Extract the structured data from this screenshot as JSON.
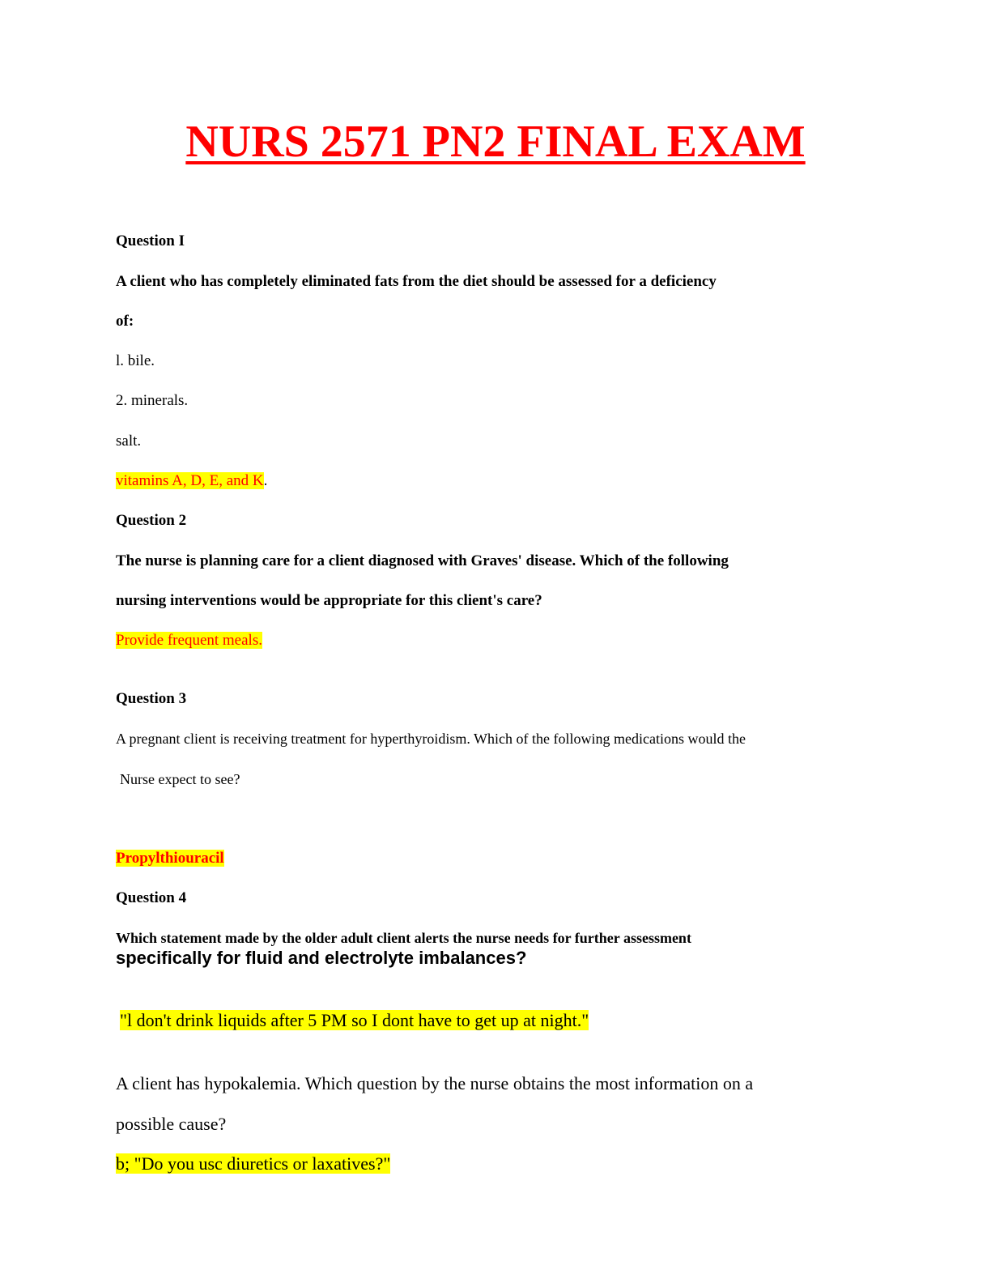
{
  "title": "NURS 2571 PN2 FINAL EXAM",
  "q1": {
    "label": "Question I",
    "text_line1": "A client who has completely eliminated fats from the diet should be assessed for a deficiency",
    "text_line2": "of:",
    "option1": "l. bile.",
    "option2": "2. minerals.",
    "option3": "salt.",
    "answer": "vitamins A, D, E, and K",
    "answer_suffix": "."
  },
  "q2": {
    "label": "Question 2",
    "text_line1": "The nurse is planning care for a client diagnosed with Graves' disease. Which of the following",
    "text_line2": "nursing interventions would be appropriate for this client's care?",
    "answer": "Provide frequent meals."
  },
  "q3": {
    "label": "Question 3",
    "text_line1": "A pregnant client is receiving treatment for hyperthyroidism. Which of the following medications would the",
    "text_line2": "Nurse expect to see?",
    "answer": "Propylthiouracil"
  },
  "q4": {
    "label": "Question 4",
    "text_line1": "Which statement made by the older adult client alerts the nurse needs for further assessment",
    "text_line2": "specifically for fluid and electrolyte imbalances?",
    "answer": "\"l don't drink liquids after 5 PM so I dont have to get up at night.\""
  },
  "q5": {
    "text_line1": "A client has hypokalemia. Which question by the nurse obtains the most information on a",
    "text_line2": "possible cause?",
    "answer": "b; \"Do you usc diuretics or laxatives?\""
  }
}
